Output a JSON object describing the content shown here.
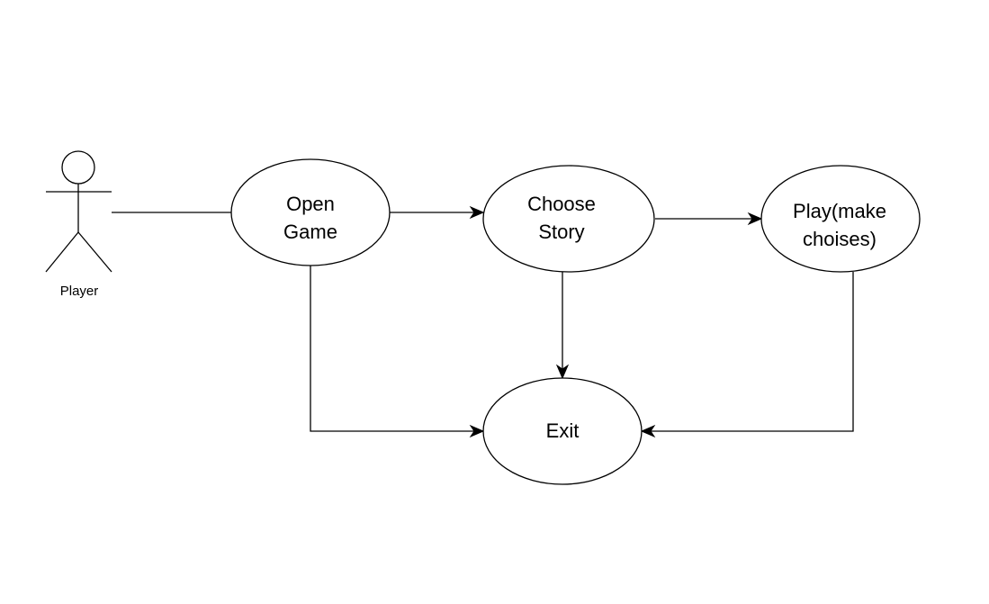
{
  "diagram": {
    "actor": {
      "label": "Player"
    },
    "nodes": {
      "open_game": {
        "line1": "Open",
        "line2": "Game"
      },
      "choose_story": {
        "line1": "Choose",
        "line2": "Story"
      },
      "play": {
        "line1": "Play(make",
        "line2": "choises)"
      },
      "exit": {
        "label": "Exit"
      }
    },
    "edges": [
      {
        "from": "Player",
        "to": "Open Game",
        "arrow": false
      },
      {
        "from": "Open Game",
        "to": "Choose Story",
        "arrow": true
      },
      {
        "from": "Choose Story",
        "to": "Play(make choises)",
        "arrow": true
      },
      {
        "from": "Open Game",
        "to": "Exit",
        "arrow": true
      },
      {
        "from": "Choose Story",
        "to": "Exit",
        "arrow": true
      },
      {
        "from": "Play(make choises)",
        "to": "Exit",
        "arrow": true
      }
    ]
  },
  "colors": {
    "stroke": "#000000",
    "fill": "#ffffff",
    "background": "#ffffff"
  }
}
